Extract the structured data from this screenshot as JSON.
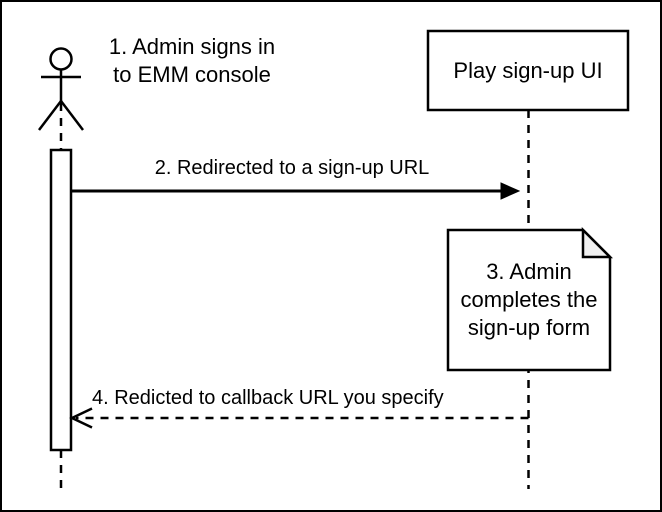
{
  "colors": {
    "stroke": "#000000",
    "background": "#ffffff",
    "note_fill": "#ffffff",
    "note_fold_fill": "#f0f0f0"
  },
  "actor": {
    "label": "1. Admin signs in\nto EMM console"
  },
  "participants": {
    "play_signup_ui": {
      "label": "Play sign-up UI"
    }
  },
  "messages": [
    {
      "label": "2. Redirected to a sign-up URL",
      "line": "solid",
      "arrowhead": "filled",
      "direction": "left-to-right"
    },
    {
      "label": "4. Redicted to callback URL you specify",
      "line": "dashed",
      "arrowhead": "open",
      "direction": "right-to-left"
    }
  ],
  "note": {
    "label": "3. Admin\ncompletes the\nsign-up form"
  }
}
